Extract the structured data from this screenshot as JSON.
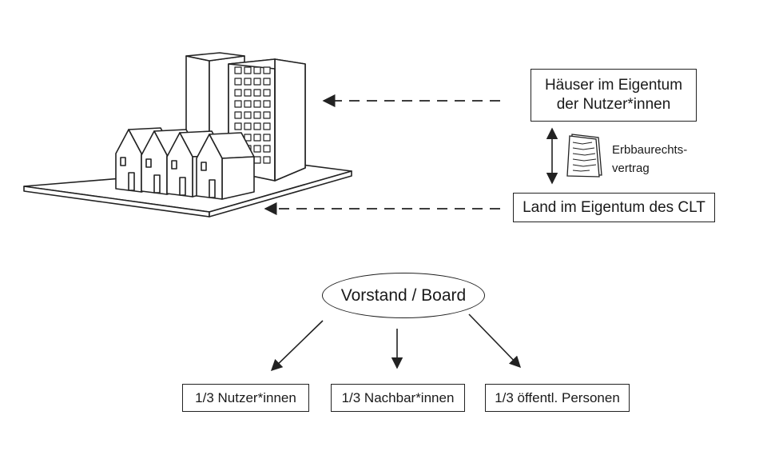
{
  "top": {
    "houses_box": {
      "line1": "Häuser im Eigentum",
      "line2": "der Nutzer*innen"
    },
    "land_box": {
      "label": "Land im Eigentum des CLT"
    },
    "contract": {
      "line1": "Erbbaurechts-",
      "line2": "vertrag",
      "icon": "document-icon"
    }
  },
  "board": {
    "title": "Vorstand / Board",
    "members": [
      {
        "label": "1/3 Nutzer*innen"
      },
      {
        "label": "1/3 Nachbar*innen"
      },
      {
        "label": "1/3 öffentl. Personen"
      }
    ]
  },
  "colors": {
    "stroke": "#222222",
    "background": "#ffffff",
    "text": "#1a1a1a"
  }
}
